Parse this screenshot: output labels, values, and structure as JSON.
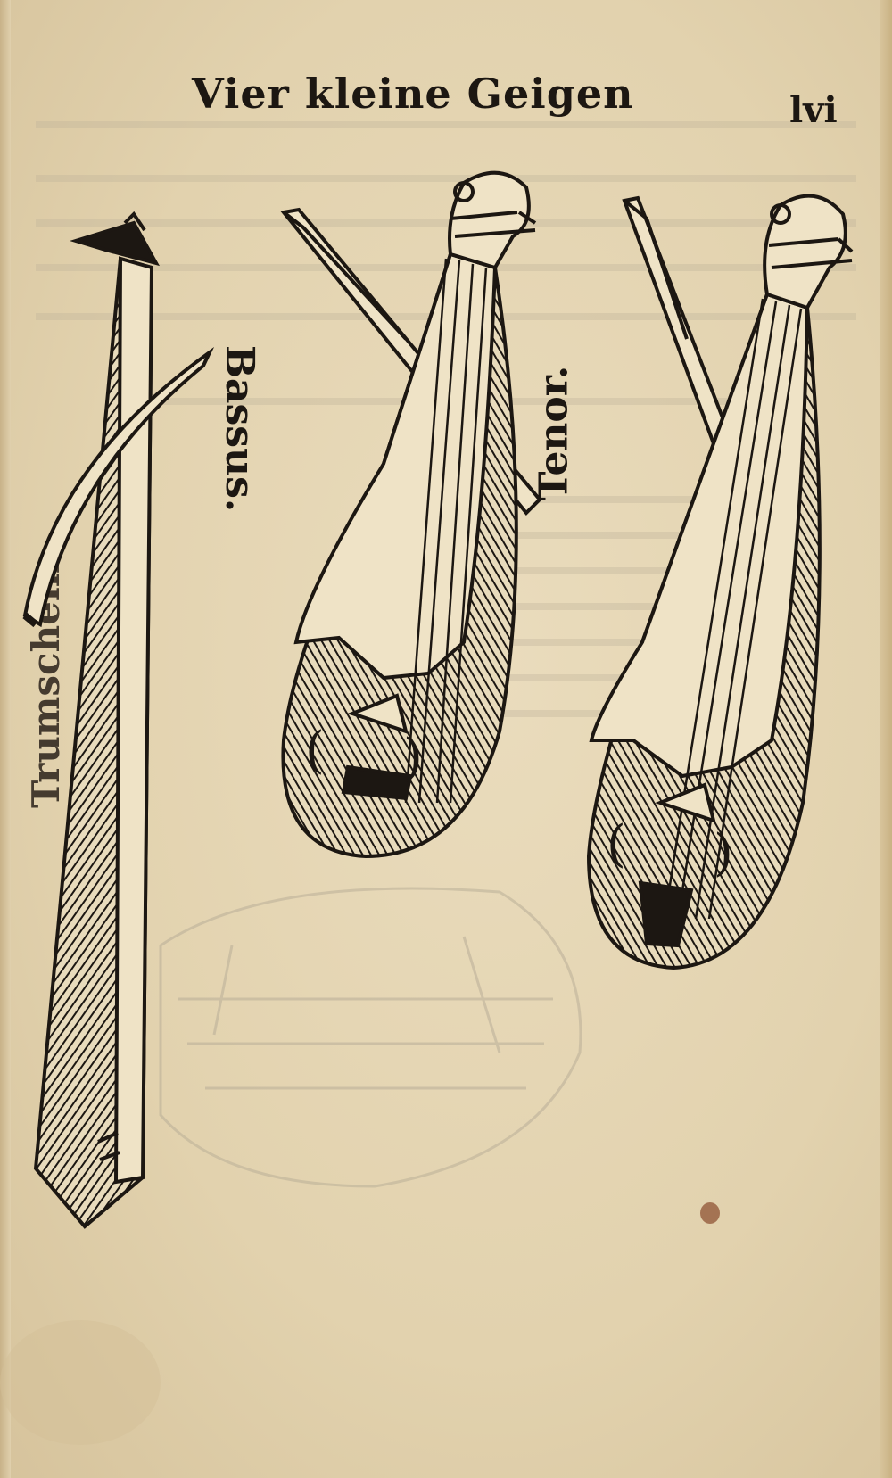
{
  "page": {
    "running_title": "Vier kleine Geigen",
    "folio": "lvi",
    "margin_fragment": "Trumschein."
  },
  "figures": [
    {
      "name": "bassus-figure",
      "label": "Bassus."
    },
    {
      "name": "tenor-figure",
      "label": "Tenor."
    }
  ],
  "colors": {
    "paper": "#e6d8b8",
    "ink": "#1c1712",
    "bleed": "#b9ae98"
  }
}
